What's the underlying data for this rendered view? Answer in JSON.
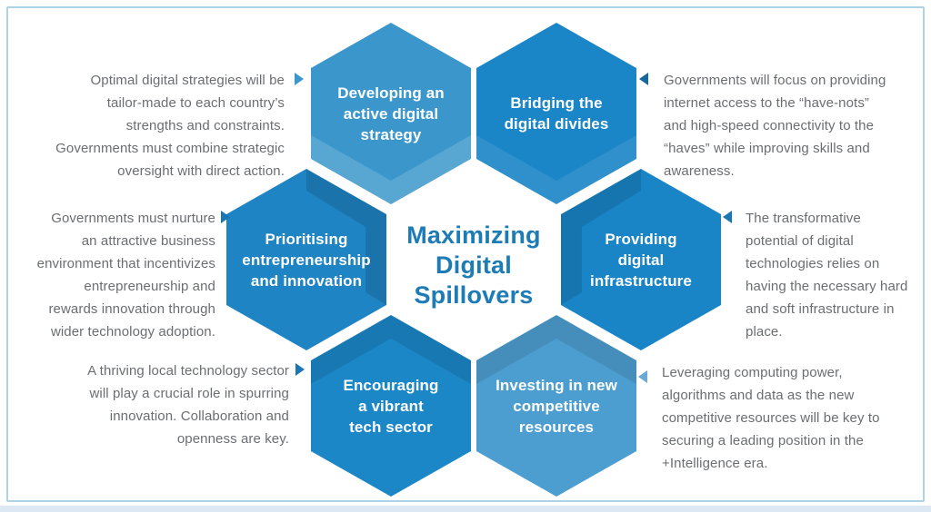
{
  "frame": {
    "border_color": "#aed3e8",
    "bottom_strip_color": "#dce9f4",
    "background_color": "#ffffff",
    "body_text_color": "#6b6e71"
  },
  "center_title": {
    "text": "Maximizing\nDigital\nSpillovers",
    "color": "#1d7bb5"
  },
  "hexagons": [
    {
      "key": "developing-active-digital-strategy",
      "label": "Developing an\nactive digital\nstrategy",
      "color": "#3b97cb",
      "arrow_direction": "right",
      "arrow_color": "#3b97cb",
      "description": "Optimal digital strategies will be\ntailor-made to each country’s\nstrengths and constraints.\nGovernments must combine strategic\noversight with direct action."
    },
    {
      "key": "bridging-the-digital-divides",
      "label": "Bridging the\ndigital divides",
      "color": "#1b86c7",
      "arrow_direction": "left",
      "arrow_color": "#16699f",
      "description": "Governments will focus on providing\ninternet access to the “have-nots”\nand high-speed connectivity to the\n“haves” while improving skills and\nawareness."
    },
    {
      "key": "prioritising-entrepreneurship-and-innovation",
      "label": "Prioritising\nentrepreneurship\nand innovation",
      "color": "#1e84c3",
      "arrow_direction": "right",
      "arrow_color": "#1a77b4",
      "description": "Governments must nurture\nan attractive business\nenvironment that incentivizes\nentrepreneurship and\nrewards innovation through\nwider technology adoption."
    },
    {
      "key": "providing-digital-infrastructure",
      "label": "Providing\ndigital\ninfrastructure",
      "color": "#1a85c6",
      "arrow_direction": "left",
      "arrow_color": "#1a77b4",
      "description": "The transformative\npotential of digital\ntechnologies relies on\nhaving the necessary hard\nand soft infrastructure in\nplace."
    },
    {
      "key": "encouraging-a-vibrant-tech-sector",
      "label": "Encouraging\na vibrant\ntech sector",
      "color": "#1b87c7",
      "arrow_direction": "right",
      "arrow_color": "#1a77b4",
      "description": "A thriving local technology sector\nwill play a crucial role in spurring\ninnovation. Collaboration and\nopenness are key."
    },
    {
      "key": "investing-in-new-competitive-resources",
      "label": "Investing in new\ncompetitive\nresources",
      "color": "#4d9ed0",
      "arrow_direction": "left",
      "arrow_color": "#66aad5",
      "description": "Leveraging computing power,\nalgorithms and data as the new\ncompetitive resources will be key to\nsecuring a leading position in the\n+Intelligence era."
    }
  ]
}
